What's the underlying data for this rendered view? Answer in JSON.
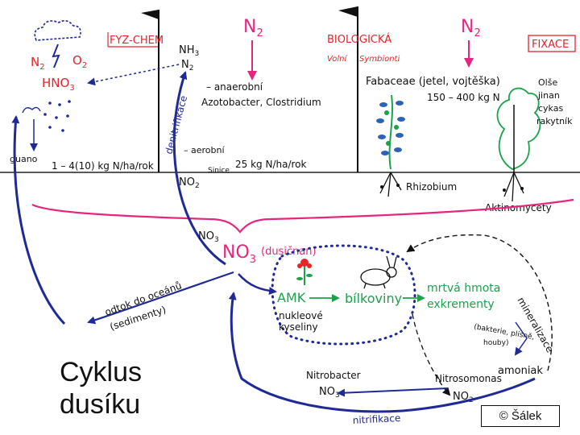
{
  "title": {
    "line1": "Cyklus",
    "line2": "dusíku"
  },
  "copyright": "© Šálek",
  "colors": {
    "blue": "#1f2a96",
    "magenta": "#e4267e",
    "red": "#e5242b",
    "green": "#1aa34a",
    "black": "#111111"
  },
  "physchem": {
    "heading": "FYZ-CHEM",
    "cloud_n2": "N",
    "cloud_n2_sub": "2",
    "cloud_o2": "O",
    "cloud_o2_sub": "2",
    "hno3": "HNO",
    "hno3_sub": "3",
    "guano": "guano",
    "rate": "1 – 4(10) kg N/ha/rok"
  },
  "biological": {
    "heading": "BIOLOGICKÁ",
    "sub1": "Volní",
    "sub2": "Symbionti",
    "fixace": "FIXACE",
    "n2_a": "N",
    "n2_a_sub": "2",
    "n2_b": "N",
    "n2_b_sub": "2",
    "nh3": "NH",
    "nh3_sub": "3",
    "n2_small": "N",
    "n2_small_sub": "2",
    "anaerobni": "– anaerobní",
    "anaerobni_orgs": "Azotobacter, Clostridium",
    "aerobni": "– aerobní",
    "sinice": "Sinice",
    "aerobni_rate": "25 kg N/ha/rok",
    "fabaceae": "Fabaceae (jetel, vojtěška)",
    "fabaceae_rate": "150 – 400 kg N",
    "rhizobium": "Rhizobium",
    "olse": "Olše",
    "jinan": "jinan",
    "cykas": "cykas",
    "rakytnik": "rakytník",
    "aktinomycety": "Aktinomycety"
  },
  "cycle": {
    "denitrifikace": "denitrifikace",
    "no2_left": "NO",
    "no2_left_sub": "2",
    "no3_small": "NO",
    "no3_small_sub": "3",
    "no3_main": "NO",
    "no3_main_sub": "3",
    "dusicnan": "(dusičnan)",
    "odtok": "odtok do oceánů",
    "sedimenty": "(sedimenty)",
    "amk": "AMK",
    "bilkoviny": "bílkoviny",
    "nukleove": "nukleové",
    "kyseliny": "kyseliny",
    "mrtva_hmota": "mrtvá hmota",
    "exkrementy": "exkrementy",
    "mineralizace": "mineralizace",
    "bakterie": "(bakterie, plísně,",
    "houby": "houby)",
    "amoniak": "amoniak",
    "nitrosomonas": "Nitrosomonas",
    "no2_bottom": "NO",
    "no2_bottom_sub": "2",
    "nitrobacter": "Nitrobacter",
    "no3_bottom": "NO",
    "no3_bottom_sub": "3",
    "nitrifikace": "nitrifikace"
  }
}
